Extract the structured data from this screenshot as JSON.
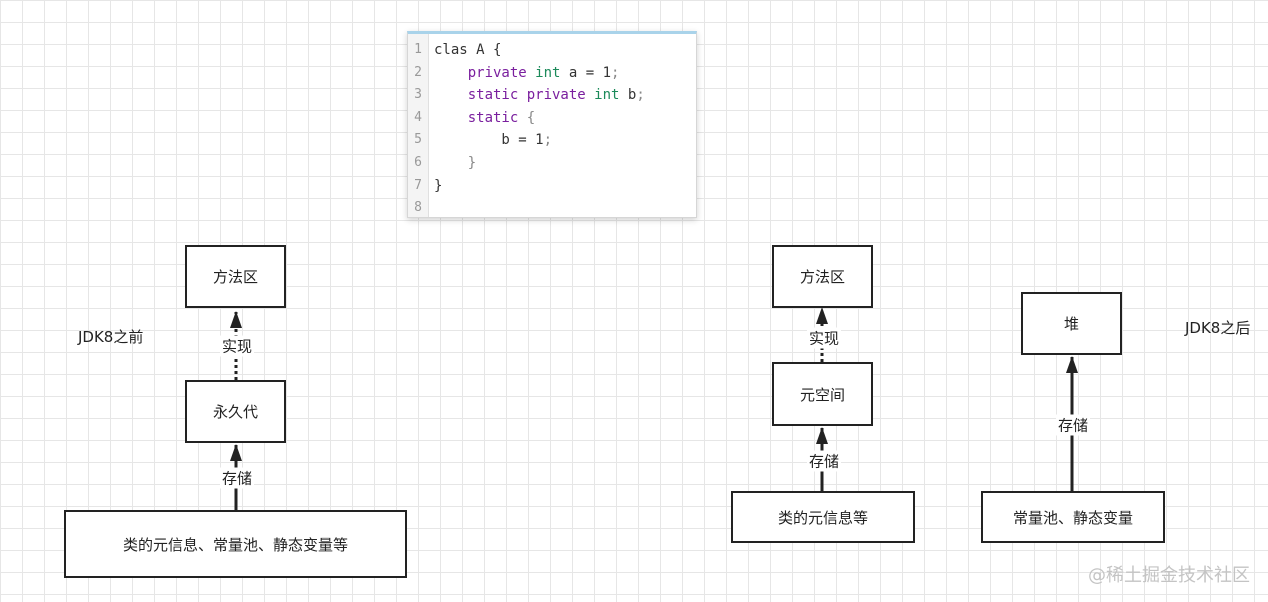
{
  "code_panel": {
    "lines": [
      {
        "num": "1",
        "parts": [
          {
            "t": "clas A {",
            "c": "nm"
          }
        ]
      },
      {
        "num": "2",
        "parts": [
          {
            "t": "    ",
            "c": "nm"
          },
          {
            "t": "private",
            "c": "kw"
          },
          {
            "t": " ",
            "c": "nm"
          },
          {
            "t": "int",
            "c": "ty"
          },
          {
            "t": " a = 1",
            "c": "nm"
          },
          {
            "t": ";",
            "c": "pn"
          }
        ]
      },
      {
        "num": "3",
        "parts": [
          {
            "t": "    ",
            "c": "nm"
          },
          {
            "t": "static private",
            "c": "kw"
          },
          {
            "t": " ",
            "c": "nm"
          },
          {
            "t": "int",
            "c": "ty"
          },
          {
            "t": " b",
            "c": "nm"
          },
          {
            "t": ";",
            "c": "pn"
          }
        ]
      },
      {
        "num": "4",
        "parts": [
          {
            "t": "    ",
            "c": "nm"
          },
          {
            "t": "static",
            "c": "kw"
          },
          {
            "t": " {",
            "c": "pn"
          }
        ]
      },
      {
        "num": "5",
        "parts": [
          {
            "t": "        b = 1",
            "c": "nm"
          },
          {
            "t": ";",
            "c": "pn"
          }
        ]
      },
      {
        "num": "6",
        "parts": [
          {
            "t": "    }",
            "c": "pn"
          }
        ]
      },
      {
        "num": "7",
        "parts": [
          {
            "t": "}",
            "c": "nm"
          }
        ]
      },
      {
        "num": "8",
        "parts": [
          {
            "t": "",
            "c": "nm"
          }
        ]
      }
    ]
  },
  "left": {
    "side_label": "JDK8之前",
    "method_area": "方法区",
    "impl_label": "实现",
    "permgen": "永久代",
    "store_label": "存储",
    "content": "类的元信息、常量池、静态变量等"
  },
  "right": {
    "side_label": "JDK8之后",
    "method_area": "方法区",
    "impl_label": "实现",
    "metaspace": "元空间",
    "store_label_1": "存储",
    "class_meta": "类的元信息等",
    "heap": "堆",
    "store_label_2": "存储",
    "constants": "常量池、静态变量"
  },
  "watermark": "@稀土掘金技术社区"
}
